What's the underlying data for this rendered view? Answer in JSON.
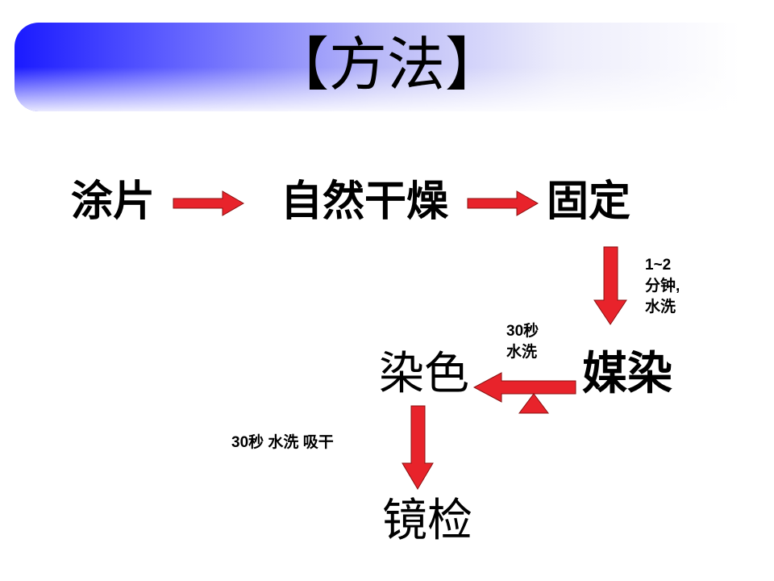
{
  "title": "【方法】",
  "steps": {
    "smear": "涂片",
    "air_dry": "自然干燥",
    "fix": "固定",
    "mordant": "媒染",
    "stain": "染色",
    "microscopy": "镜检"
  },
  "notes": {
    "fix_to_mordant": [
      "1~2",
      "分钟,",
      "水洗"
    ],
    "mordant_to_stain": [
      "30秒",
      "水洗"
    ],
    "stain_to_microscopy": "30秒 水洗 吸干"
  },
  "colors": {
    "arrow_fill": "#e8232b",
    "arrow_stroke": "#8a1010",
    "title_gradient_start": "#1a1aff"
  }
}
